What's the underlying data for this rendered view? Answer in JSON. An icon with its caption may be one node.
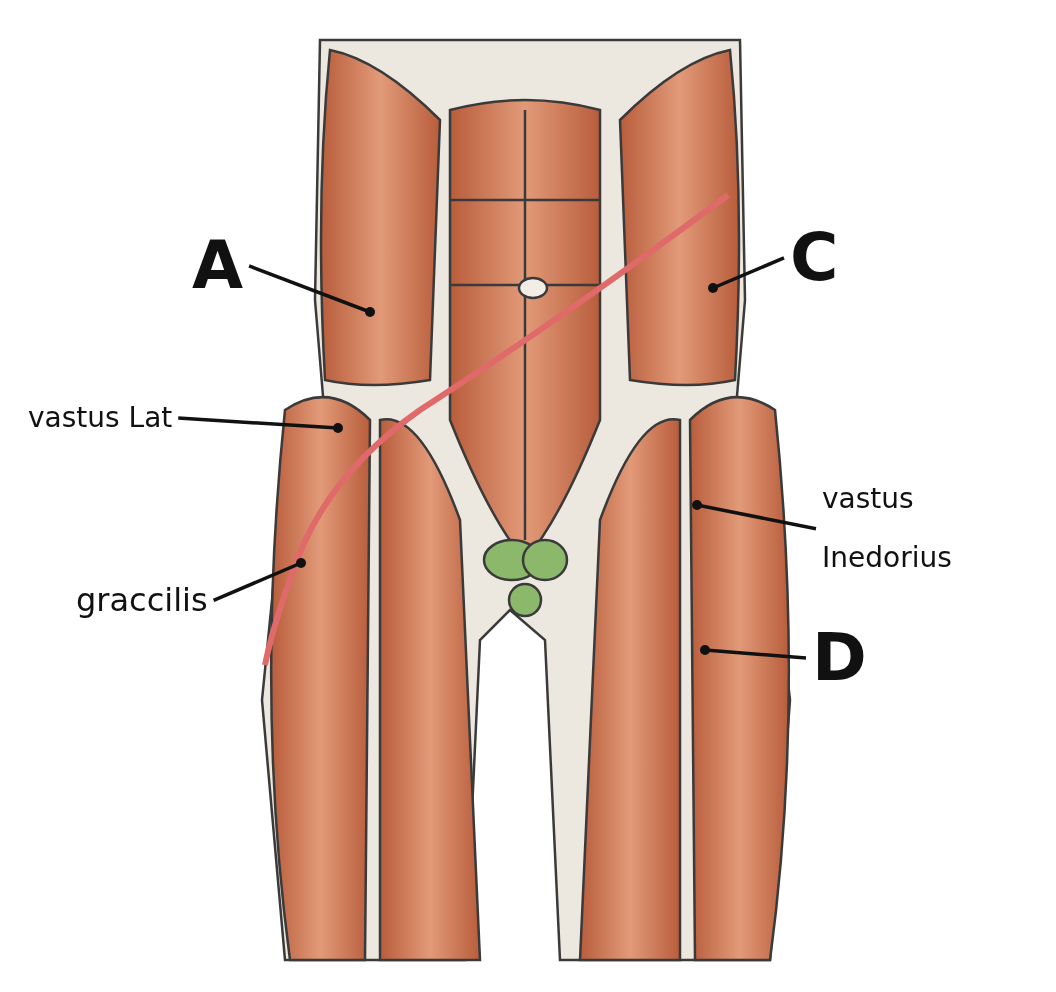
{
  "diagram": {
    "nodes": [
      {
        "text": [
          "A"
        ]
      },
      {
        "text": [
          "C"
        ]
      },
      {
        "text": [
          "vastus Lat"
        ]
      },
      {
        "text": [
          "vastus Inedorius"
        ]
      },
      {
        "text": [
          "graccilis"
        ]
      },
      {
        "text": [
          "D"
        ]
      }
    ],
    "edges": [
      {
        "from": 0,
        "to": null,
        "arrow": "other"
      },
      {
        "from": 1,
        "to": null,
        "arrow": "other"
      },
      {
        "from": 2,
        "to": null,
        "arrow": "other"
      },
      {
        "from": 3,
        "to": null,
        "arrow": "other"
      },
      {
        "from": 4,
        "to": null,
        "arrow": "other"
      },
      {
        "from": 5,
        "to": null,
        "arrow": "other"
      }
    ]
  }
}
